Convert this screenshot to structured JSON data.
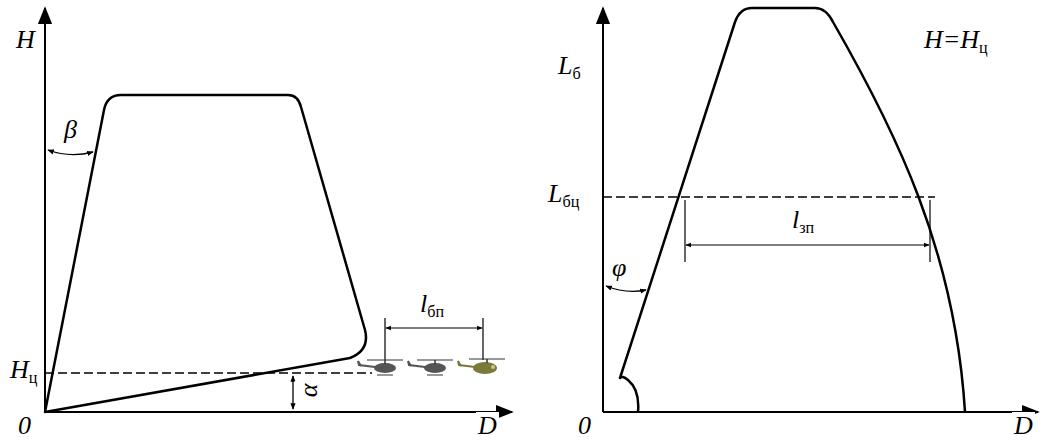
{
  "diagram": {
    "labels": [
      "H",
      "β",
      "Hц",
      "α",
      "lбп",
      "0",
      "D",
      "Lб",
      "H=Hц",
      "Lбц",
      "φ",
      "lзп",
      "0",
      "D"
    ]
  }
}
